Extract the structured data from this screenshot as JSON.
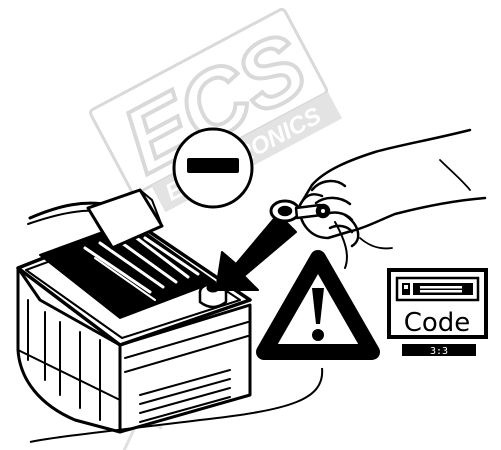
{
  "watermark": {
    "logo_text": "ECS",
    "sub_text": "ELECTRONICS",
    "color": "#d9d9d9"
  },
  "disconnect_symbol": {
    "icon": "minus-sign-icon",
    "meaning": "negative-terminal"
  },
  "warning": {
    "icon": "warning-triangle-icon"
  },
  "radio": {
    "icon": "radio-code-icon",
    "label": "Code",
    "display": "3:3"
  },
  "colors": {
    "ink": "#000000",
    "paper": "#ffffff",
    "watermark": "#d9d9d9"
  }
}
